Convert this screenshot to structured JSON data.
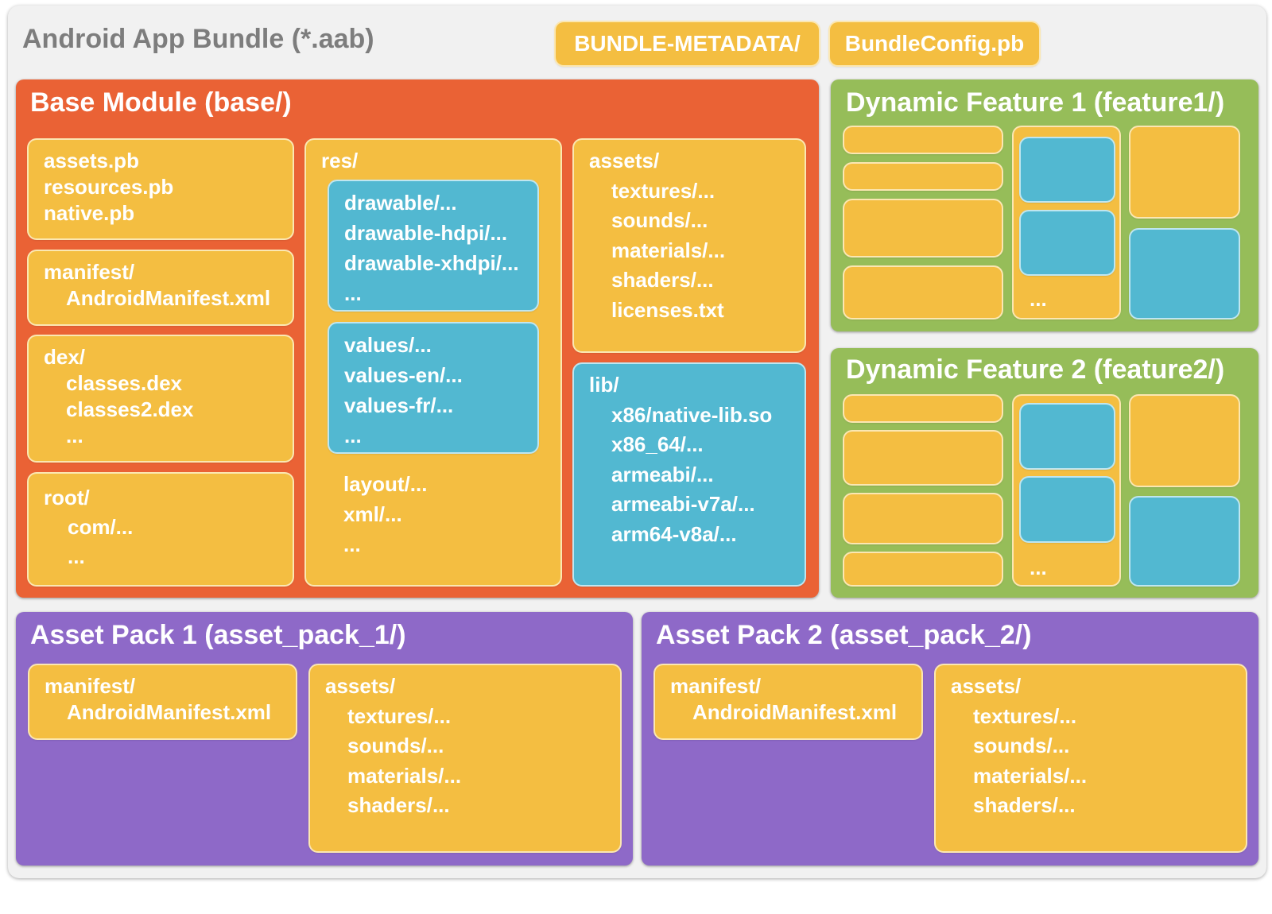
{
  "bundle": {
    "title": "Android App Bundle (*.aab)",
    "metadata_label": "BUNDLE-METADATA/",
    "config_label": "BundleConfig.pb"
  },
  "base_module": {
    "title": "Base Module (base/)",
    "protos": [
      "assets.pb",
      "resources.pb",
      "native.pb"
    ],
    "manifest": [
      "manifest/",
      "AndroidManifest.xml"
    ],
    "dex": [
      "dex/",
      "classes.dex",
      "classes2.dex",
      "..."
    ],
    "root": [
      "root/",
      "com/...",
      "..."
    ],
    "res_label": "res/",
    "res_drawable": [
      "drawable/...",
      "drawable-hdpi/...",
      "drawable-xhdpi/...",
      "..."
    ],
    "res_values": [
      "values/...",
      "values-en/...",
      "values-fr/...",
      "..."
    ],
    "res_other": [
      "layout/...",
      "xml/...",
      "..."
    ],
    "assets": [
      "assets/",
      "textures/...",
      "sounds/...",
      "materials/...",
      "shaders/...",
      "licenses.txt"
    ],
    "lib": [
      "lib/",
      "x86/native-lib.so",
      "x86_64/...",
      "armeabi/...",
      "armeabi-v7a/...",
      "arm64-v8a/..."
    ]
  },
  "features": [
    {
      "title": "Dynamic Feature 1 (feature1/)",
      "ellipsis": "..."
    },
    {
      "title": "Dynamic Feature 2 (feature2/)",
      "ellipsis": "..."
    }
  ],
  "asset_packs": [
    {
      "title": "Asset Pack 1 (asset_pack_1/)",
      "manifest": [
        "manifest/",
        "AndroidManifest.xml"
      ],
      "assets": [
        "assets/",
        "textures/...",
        "sounds/...",
        "materials/...",
        "shaders/..."
      ]
    },
    {
      "title": "Asset Pack 2 (asset_pack_2/)",
      "manifest": [
        "manifest/",
        "AndroidManifest.xml"
      ],
      "assets": [
        "assets/",
        "textures/...",
        "sounds/...",
        "materials/...",
        "shaders/..."
      ]
    }
  ],
  "colors": {
    "base": "#ea6235",
    "feature": "#96bd59",
    "asset_pack": "#8e69c8",
    "file": "#f4be41",
    "folder_group": "#52b8d1"
  }
}
